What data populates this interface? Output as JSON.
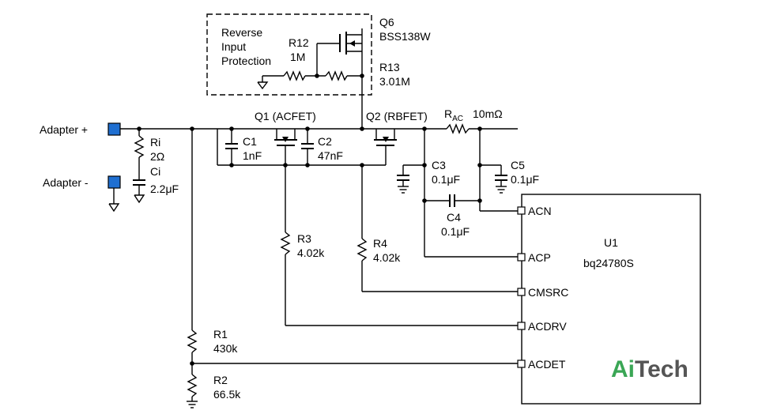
{
  "terminals": {
    "adapter_plus": "Adapter +",
    "adapter_minus": "Adapter -"
  },
  "protection_box": {
    "line1": "Reverse",
    "line2": "Input",
    "line3": "Protection"
  },
  "components": {
    "ri": {
      "name": "Ri",
      "value": "2Ω"
    },
    "ci": {
      "name": "Ci",
      "value": "2.2μF"
    },
    "q6": {
      "name": "Q6",
      "value": "BSS138W"
    },
    "r12": {
      "name": "R12",
      "value": "1M"
    },
    "r13": {
      "name": "R13",
      "value": "3.01M"
    },
    "q1": {
      "name": "Q1 (ACFET)"
    },
    "q2": {
      "name": "Q2 (RBFET)"
    },
    "rac": {
      "name": "R",
      "sub": "AC",
      "value": "10mΩ"
    },
    "c1": {
      "name": "C1",
      "value": "1nF"
    },
    "c2": {
      "name": "C2",
      "value": "47nF"
    },
    "c3": {
      "name": "C3",
      "value": "0.1μF"
    },
    "c4": {
      "name": "C4",
      "value": "0.1μF"
    },
    "c5": {
      "name": "C5",
      "value": "0.1μF"
    },
    "r3": {
      "name": "R3",
      "value": "4.02k"
    },
    "r4": {
      "name": "R4",
      "value": "4.02k"
    },
    "r1": {
      "name": "R1",
      "value": "430k"
    },
    "r2": {
      "name": "R2",
      "value": "66.5k"
    }
  },
  "ic": {
    "name": "U1",
    "part": "bq24780S",
    "pins": [
      "ACN",
      "ACP",
      "CMSRC",
      "ACDRV",
      "ACDET"
    ]
  },
  "watermark": {
    "part1": "Ai",
    "part2": "Tech",
    "color1": "#3aa655",
    "color2": "#555555"
  }
}
